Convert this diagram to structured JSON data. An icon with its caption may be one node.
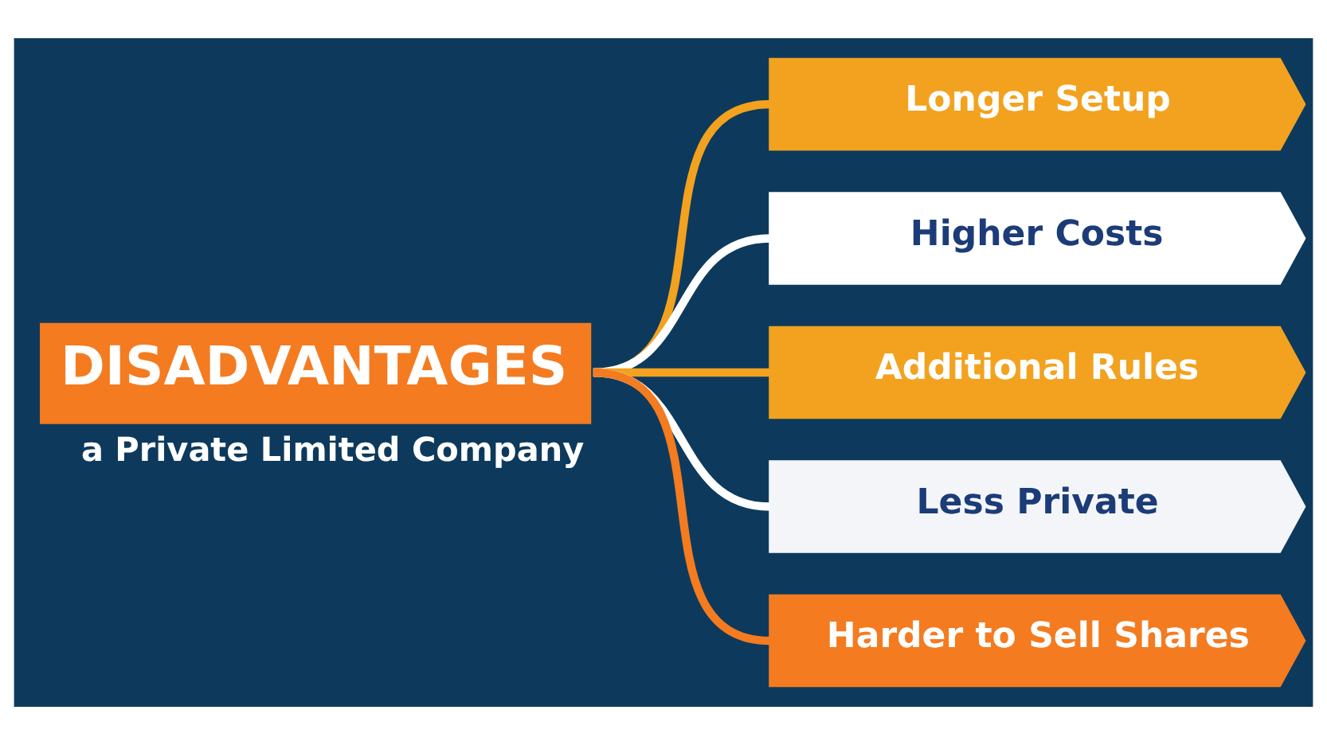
{
  "diagram": {
    "nodes": [
      {
        "text": [
          "DISADVANTAGES"
        ],
        "beside": [
          "a Private Limited Company"
        ]
      },
      {
        "text": [
          "Longer Setup"
        ]
      },
      {
        "text": [
          "Higher Costs"
        ]
      },
      {
        "text": [
          "Additional Rules"
        ]
      },
      {
        "text": [
          "Less Private"
        ]
      },
      {
        "text": [
          "Harder to Sell Shares"
        ]
      }
    ],
    "edges": [
      {
        "from": 0,
        "to": 1,
        "arrow": "none",
        "color": "#f2a21f"
      },
      {
        "from": 0,
        "to": 2,
        "arrow": "none",
        "color": "#ffffff"
      },
      {
        "from": 0,
        "to": 3,
        "arrow": "none",
        "color": "#f2a21f"
      },
      {
        "from": 0,
        "to": 4,
        "arrow": "none",
        "color": "#ffffff"
      },
      {
        "from": 0,
        "to": 5,
        "arrow": "none",
        "color": "#f47b20"
      }
    ]
  }
}
